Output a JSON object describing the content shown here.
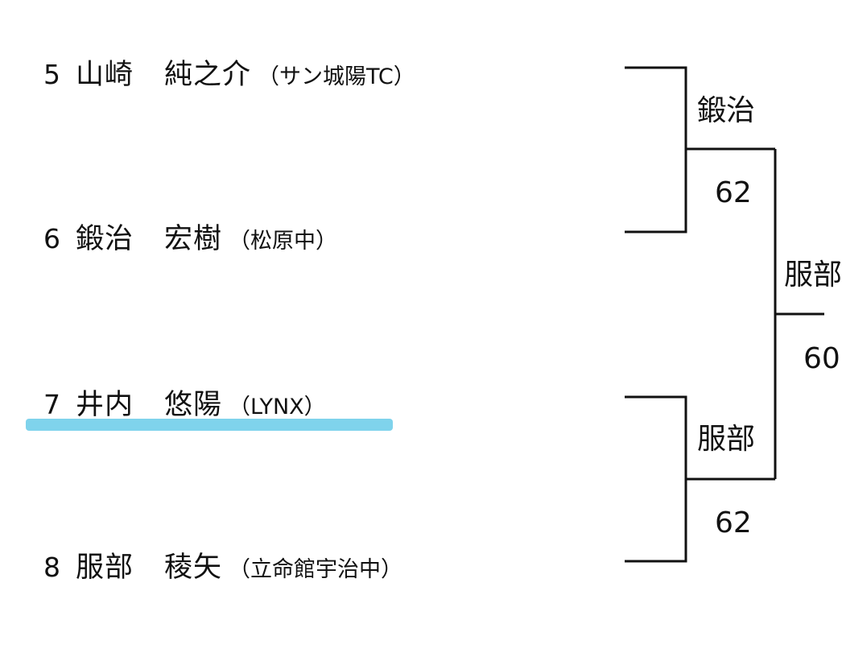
{
  "colors": {
    "highlight": "#7fd3ec",
    "line": "#111111"
  },
  "players": [
    {
      "seed": "5",
      "family": "山崎",
      "given": "純之介",
      "club": "（サン城陽TC）"
    },
    {
      "seed": "6",
      "family": "鍛治",
      "given": "宏樹",
      "club": "（松原中）"
    },
    {
      "seed": "7",
      "family": "井内",
      "given": "悠陽",
      "club": "（LYNX）"
    },
    {
      "seed": "8",
      "family": "服部",
      "given": "稜矢",
      "club": "（立命館宇治中）"
    }
  ],
  "matches": [
    {
      "winner": "鍛治",
      "score": "62"
    },
    {
      "winner": "服部",
      "score": "62"
    },
    {
      "winner": "服部",
      "score": "60"
    }
  ]
}
